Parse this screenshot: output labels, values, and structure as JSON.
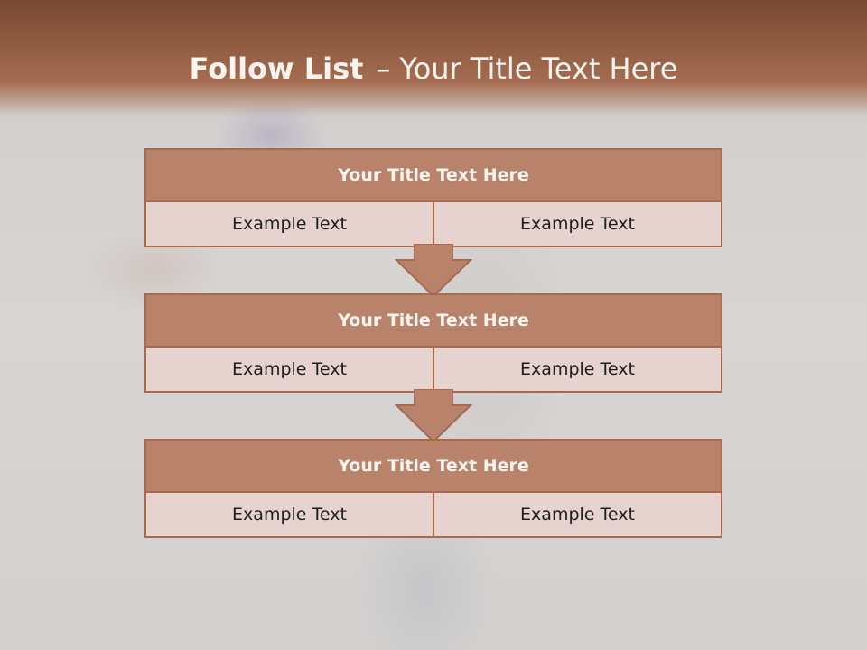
{
  "slide": {
    "title_bold": "Follow List",
    "title_rest": "Your Title Text Here"
  },
  "steps": [
    {
      "title": "Your Title Text Here",
      "left": "Example Text",
      "right": "Example Text"
    },
    {
      "title": "Your Title Text Here",
      "left": "Example Text",
      "right": "Example Text"
    },
    {
      "title": "Your Title Text Here",
      "left": "Example Text",
      "right": "Example Text"
    }
  ],
  "colors": {
    "header": "#8e5a40",
    "card_title_bg": "#b9836b",
    "cell_bg": "#e6d3cf",
    "border": "#a86a4e"
  }
}
